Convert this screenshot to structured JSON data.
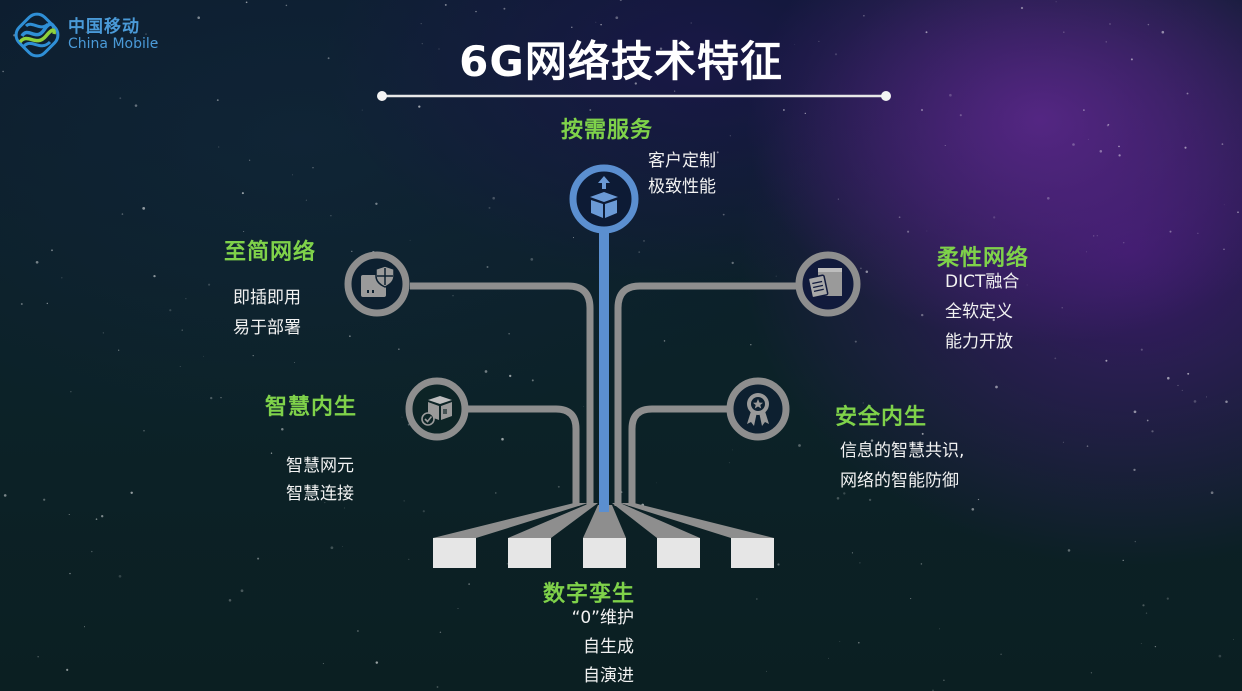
{
  "logo": {
    "name_cn": "中国移动",
    "name_en": "China Mobile",
    "colors": {
      "blue": "#2f8fd6",
      "green": "#8ed13c"
    }
  },
  "title": "6G网络技术特征",
  "colors": {
    "heading_green": "#7fd24a",
    "trunk_blue": "#5b8fd0",
    "connector_gray": "#8e8e8e",
    "box_white": "#e6e6e6",
    "text_white": "#f2f2f2"
  },
  "features": {
    "on_demand": {
      "heading": "按需服务",
      "icon": "box-upload-icon",
      "lines": [
        "客户定制",
        "极致性能"
      ]
    },
    "simplified": {
      "heading": "至简网络",
      "icon": "box-shield-icon",
      "lines": [
        "即插即用",
        "易于部署"
      ]
    },
    "flexible": {
      "heading": "柔性网络",
      "icon": "clipboard-box-icon",
      "lines": [
        "DICT融合",
        "全软定义",
        "能力开放"
      ]
    },
    "intelligent": {
      "heading": "智慧内生",
      "icon": "box-check-icon",
      "lines": [
        "智慧网元",
        "智慧连接"
      ]
    },
    "security": {
      "heading": "安全内生",
      "icon": "award-badge-icon",
      "lines": [
        "信息的智慧共识,",
        "网络的智能防御"
      ]
    },
    "digital_twin": {
      "heading": "数字孪生",
      "lines": [
        "“0”维护",
        "自生成",
        "自演进"
      ]
    }
  }
}
